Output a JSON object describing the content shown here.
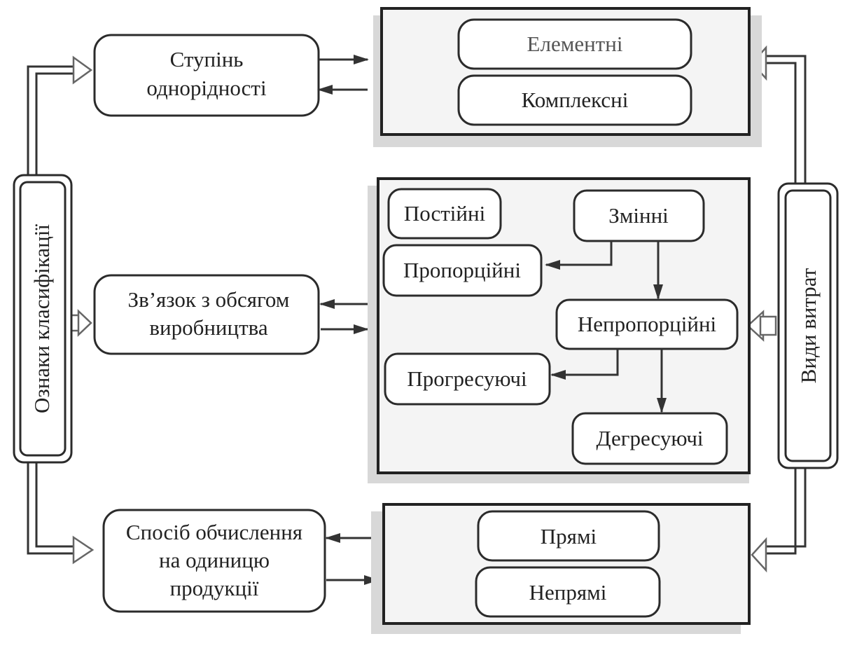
{
  "left_label": "Ознаки класифікації",
  "right_label": "Види витрат",
  "criteria": {
    "homogeneity": [
      "Ступінь",
      "однорідності"
    ],
    "volume": [
      "Зв’язок з обсягом",
      "виробництва"
    ],
    "calculation": [
      "Спосіб обчислення",
      "на одиницю",
      "продукції"
    ]
  },
  "groups": {
    "homogeneity": [
      "Елементні",
      "Комплексні"
    ],
    "volume": {
      "constant": "Постійні",
      "variable": "Змінні",
      "proportional": "Пропорційні",
      "nonproportional": "Непропорційні",
      "progressive": "Прогресуючі",
      "degressive": "Дегресуючі"
    },
    "calculation": [
      "Прямі",
      "Непрямі"
    ]
  }
}
